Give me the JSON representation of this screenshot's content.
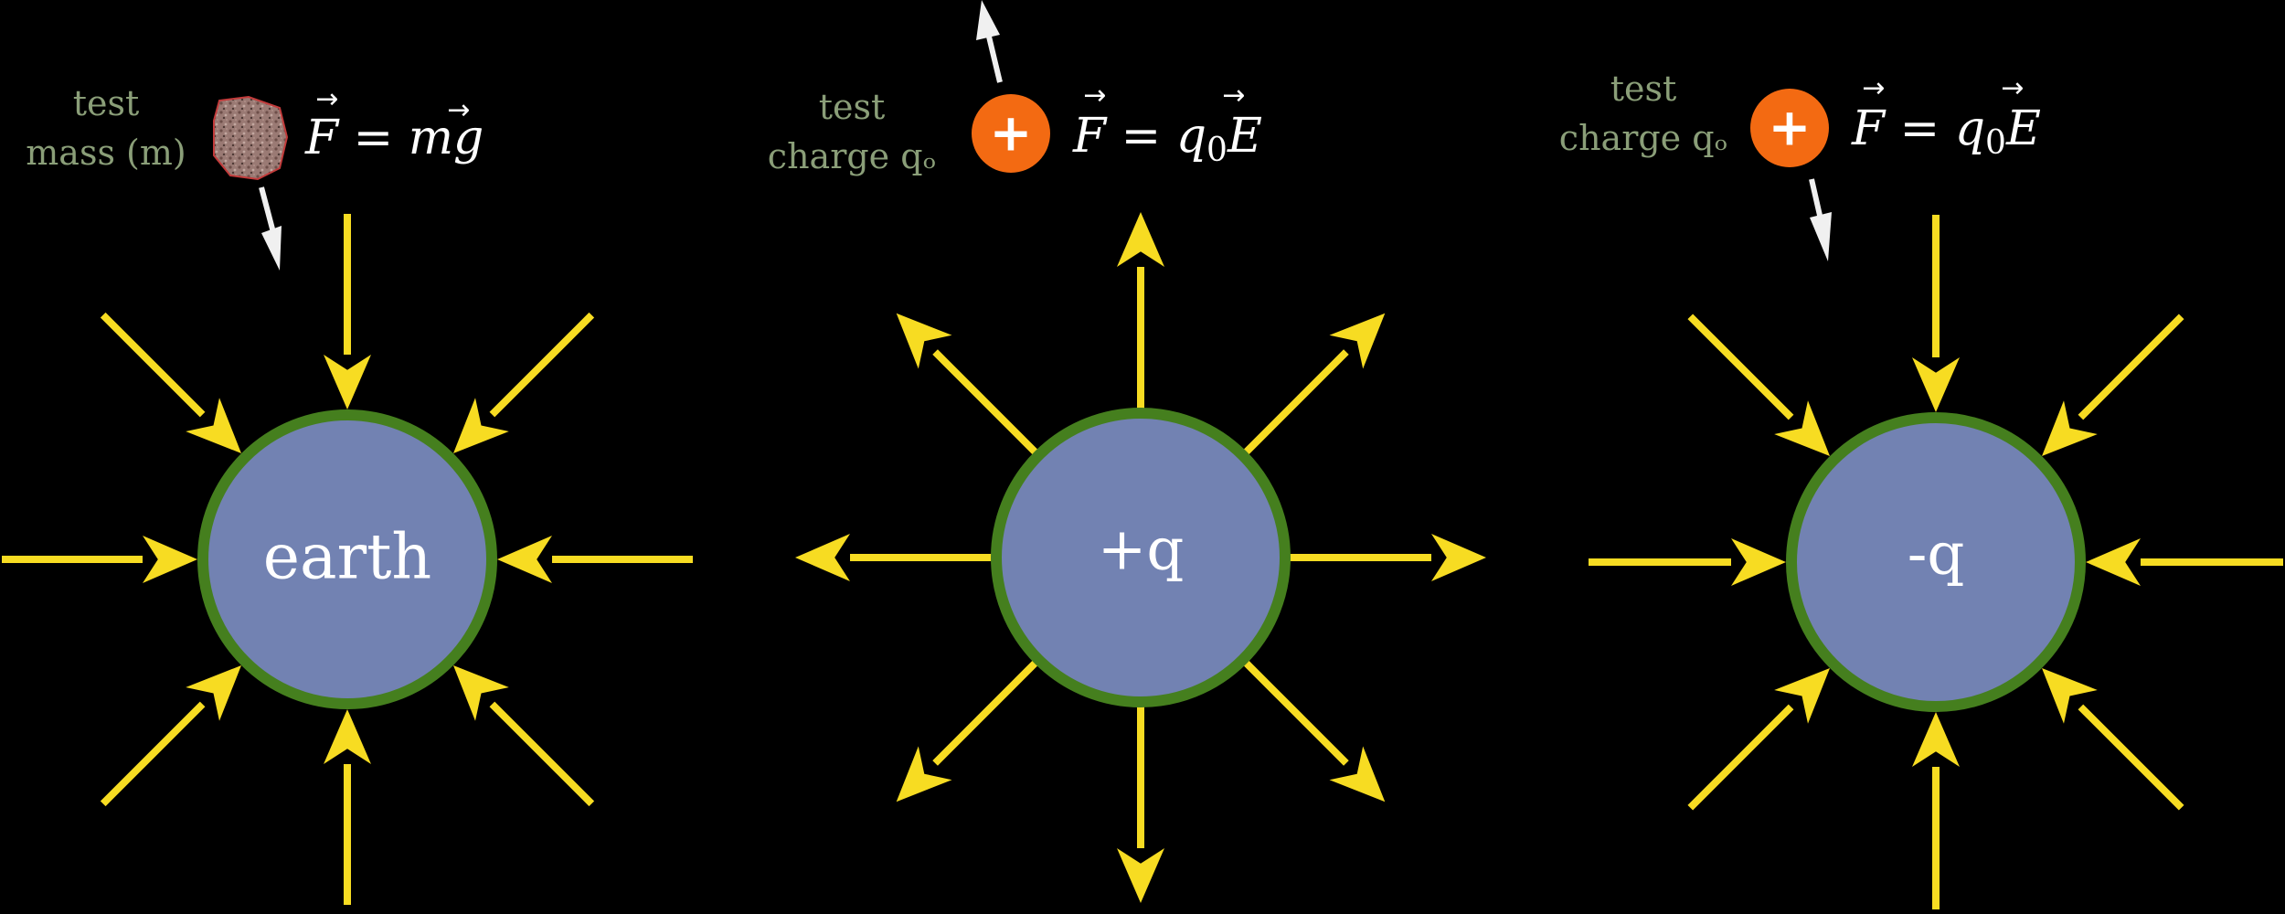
{
  "colors": {
    "background": "#000000",
    "field_arrow": "#f7dc22",
    "body_fill": "#7282b2",
    "body_ring": "#457f1e",
    "label_text": "#8a9e78",
    "test_charge": "#f36a12",
    "force_arrow": "#f0f0f0"
  },
  "panels": [
    {
      "id": "earth",
      "body_label": "earth",
      "field_direction": "inward",
      "test_label_line1": "test",
      "test_label_line2": "mass (m)",
      "test_object": "rock-icon",
      "equation": {
        "lhs": "F",
        "equals": " = ",
        "rhs_factor": "m",
        "rhs_vector": "g",
        "vector_symbol": "→"
      },
      "force_direction": "toward body"
    },
    {
      "id": "positive",
      "body_label": "+q",
      "field_direction": "outward",
      "test_label_line1": "test",
      "test_label_line2": "charge qₒ",
      "test_object": "positive-charge-icon",
      "test_charge_symbol": "+",
      "equation": {
        "lhs": "F",
        "equals": " = ",
        "rhs_factor": "q",
        "rhs_sub": "0",
        "rhs_vector": "E",
        "vector_symbol": "→"
      },
      "force_direction": "away from body"
    },
    {
      "id": "negative",
      "body_label": "-q",
      "field_direction": "inward",
      "test_label_line1": "test",
      "test_label_line2": "charge qₒ",
      "test_object": "positive-charge-icon",
      "test_charge_symbol": "+",
      "equation": {
        "lhs": "F",
        "equals": " = ",
        "rhs_factor": "q",
        "rhs_sub": "0",
        "rhs_vector": "E",
        "vector_symbol": "→"
      },
      "force_direction": "toward body"
    }
  ]
}
